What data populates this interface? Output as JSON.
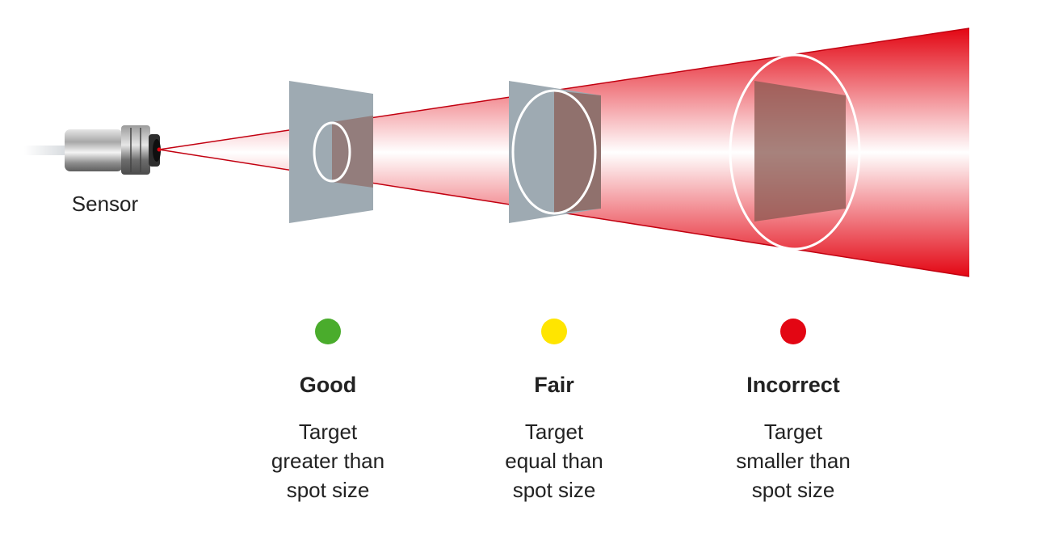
{
  "sensor": {
    "label": "Sensor"
  },
  "beam": {
    "color": "#e30613"
  },
  "targets": [
    {
      "rating": "Good",
      "status_color": "#4aac2c",
      "description": [
        "Target",
        "greater than",
        "spot size"
      ]
    },
    {
      "rating": "Fair",
      "status_color": "#ffe500",
      "description": [
        "Target",
        "equal than",
        "spot size"
      ]
    },
    {
      "rating": "Incorrect",
      "status_color": "#e30613",
      "description": [
        "Target",
        "smaller than",
        "spot size"
      ]
    }
  ]
}
